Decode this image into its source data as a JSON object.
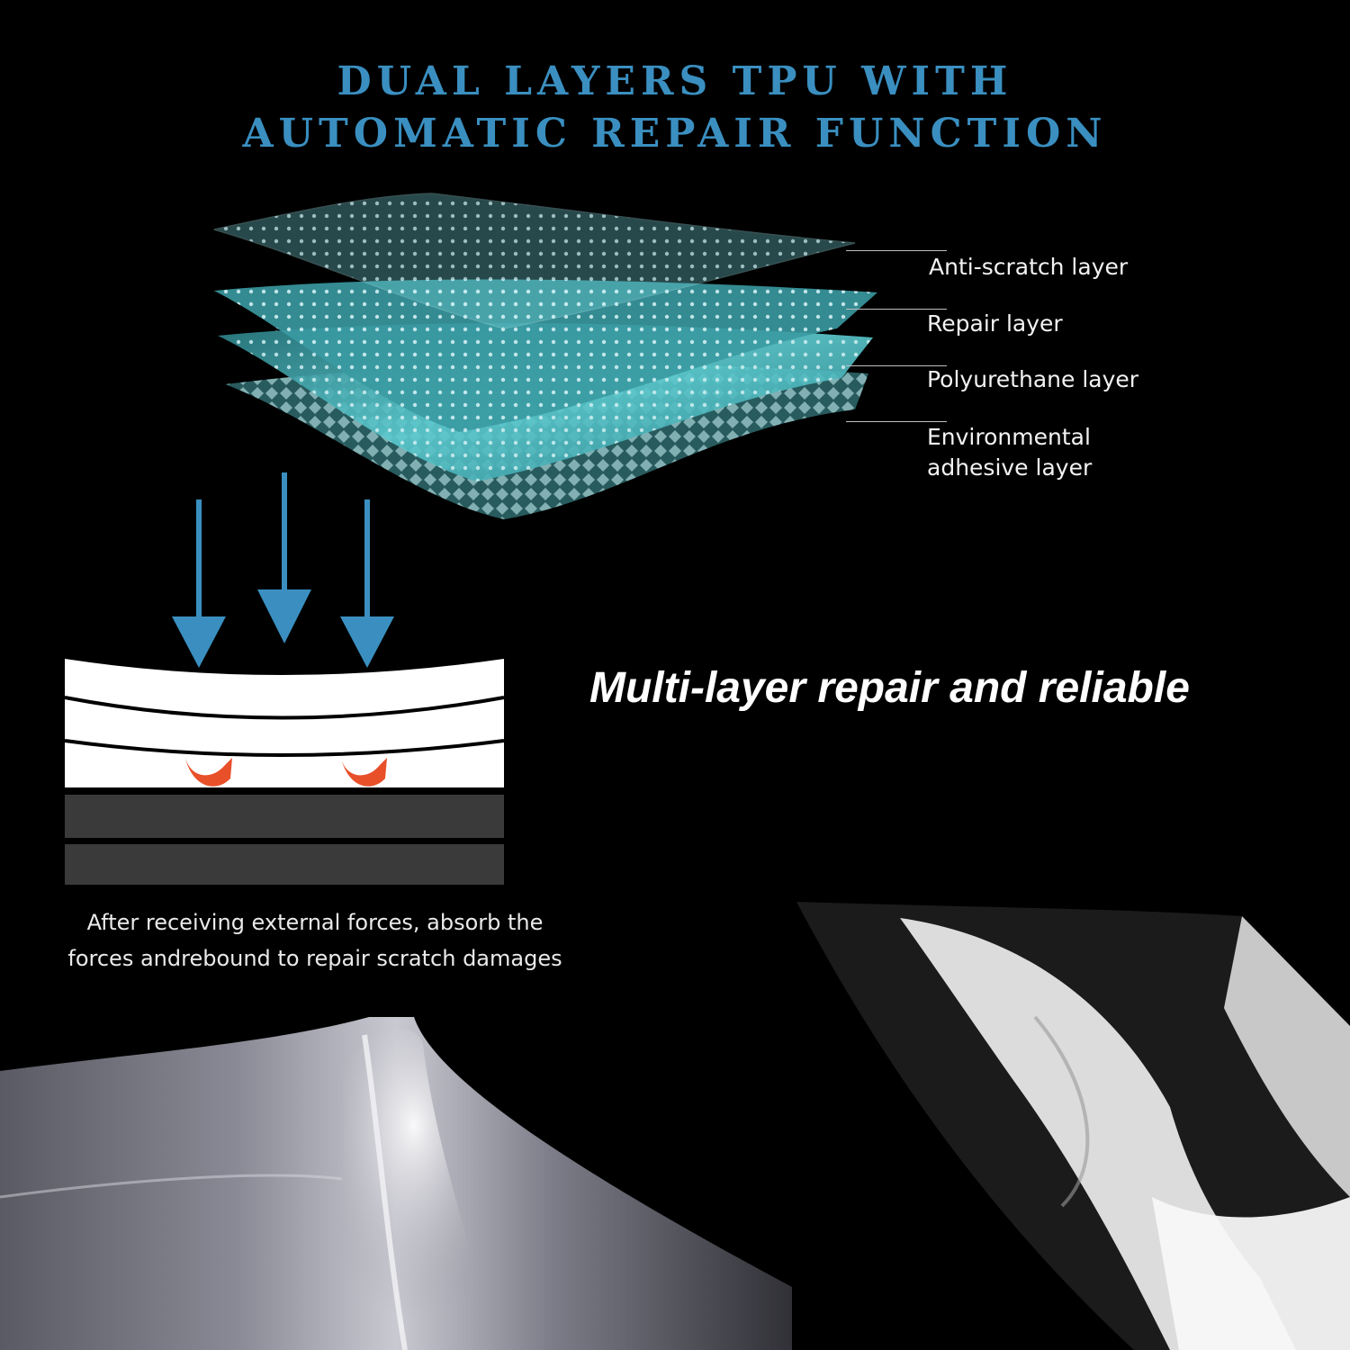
{
  "title": {
    "line1": "DUAL LAYERS TPU WITH",
    "line2": "AUTOMATIC REPAIR FUNCTION"
  },
  "layers": [
    {
      "label": "Anti-scratch layer"
    },
    {
      "label": "Repair layer"
    },
    {
      "label": "Polyurethane layer"
    },
    {
      "label": "Environmental\nadhesive layer"
    }
  ],
  "tagline": "Multi-layer repair and reliable",
  "caption": {
    "line1": "After receiving external forces, absorb the",
    "line2": "forces andrebound to repair scratch damages"
  },
  "colors": {
    "title": "#3a8fc0",
    "arrow": "#3a8fc0",
    "film_teal": "#4fb8c0",
    "repair_mark": "#e8502a"
  },
  "icons": {
    "force_arrows": "down-arrow-icon",
    "repair_marks": "rebound-arrow-icon"
  }
}
